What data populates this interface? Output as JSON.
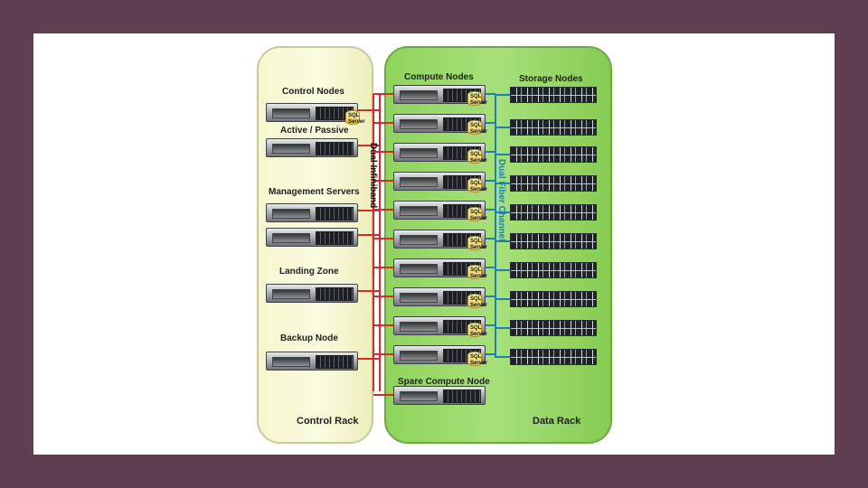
{
  "racks": {
    "control_label": "Control Rack",
    "data_label": "Data Rack"
  },
  "control": {
    "control_nodes": "Control Nodes",
    "active_passive": "Active / Passive",
    "management_servers": "Management Servers",
    "landing_zone": "Landing Zone",
    "backup_node": "Backup Node"
  },
  "data": {
    "compute_nodes": "Compute Nodes",
    "storage_nodes": "Storage Nodes",
    "spare_compute_node": "Spare Compute Node"
  },
  "links": {
    "infiniband": "Dual Infiniband",
    "fibre": "Dual Fiber Channel"
  },
  "sql_label_line1": "SQL",
  "sql_label_line2": "Server",
  "colors": {
    "background": "#5f3f51",
    "infiniband": "#d62b2b",
    "fibre": "#1f7fb5"
  }
}
